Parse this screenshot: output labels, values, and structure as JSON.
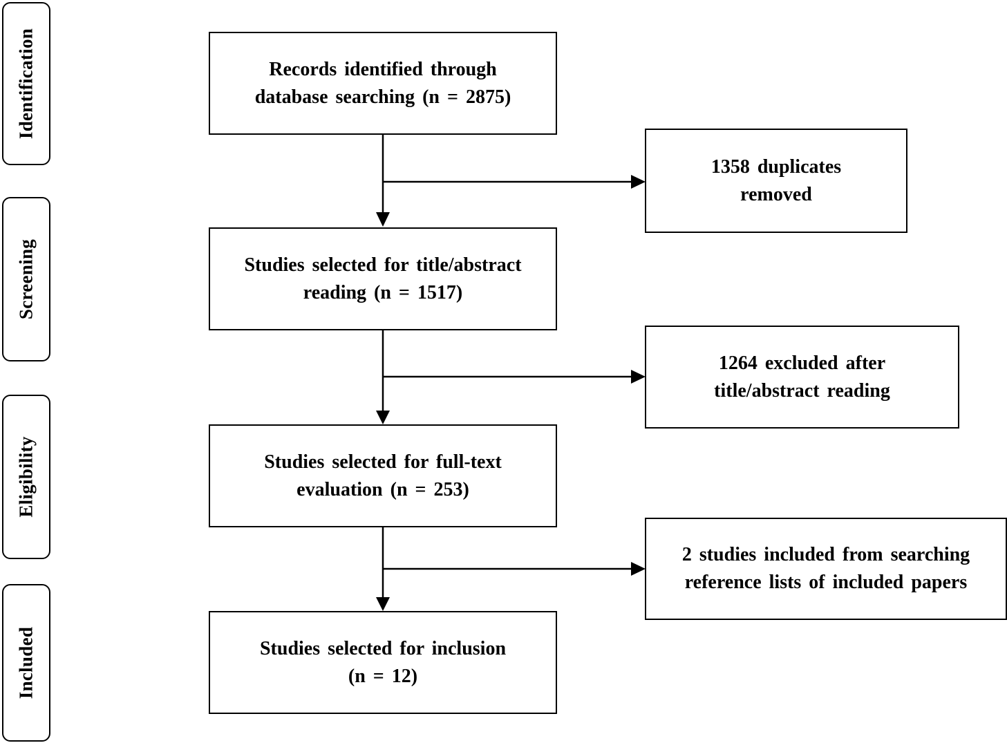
{
  "stages": [
    {
      "id": "identification",
      "label": "Identification"
    },
    {
      "id": "screening",
      "label": "Screening"
    },
    {
      "id": "eligibility",
      "label": "Eligibility"
    },
    {
      "id": "included",
      "label": "Included"
    }
  ],
  "main_boxes": {
    "records": {
      "line1": "Records identified  through",
      "line2": "database searching  (n = 2875)"
    },
    "title_abstract": {
      "line1": "Studies  selected for title/abstract",
      "line2": "reading  (n = 1517)"
    },
    "full_text": {
      "line1": "Studies  selected for  full-text",
      "line2": "evaluation  (n = 253)"
    },
    "inclusion": {
      "line1": "Studies  selected for inclusion",
      "line2": "(n = 12)"
    }
  },
  "side_boxes": {
    "duplicates": {
      "line1": "1358 duplicates",
      "line2": "removed"
    },
    "excluded": {
      "line1": "1264 excluded  after",
      "line2": "title/abstract  reading"
    },
    "added": {
      "line1": "2 studies  included  from searching",
      "line2": "reference lists  of included  papers"
    }
  }
}
